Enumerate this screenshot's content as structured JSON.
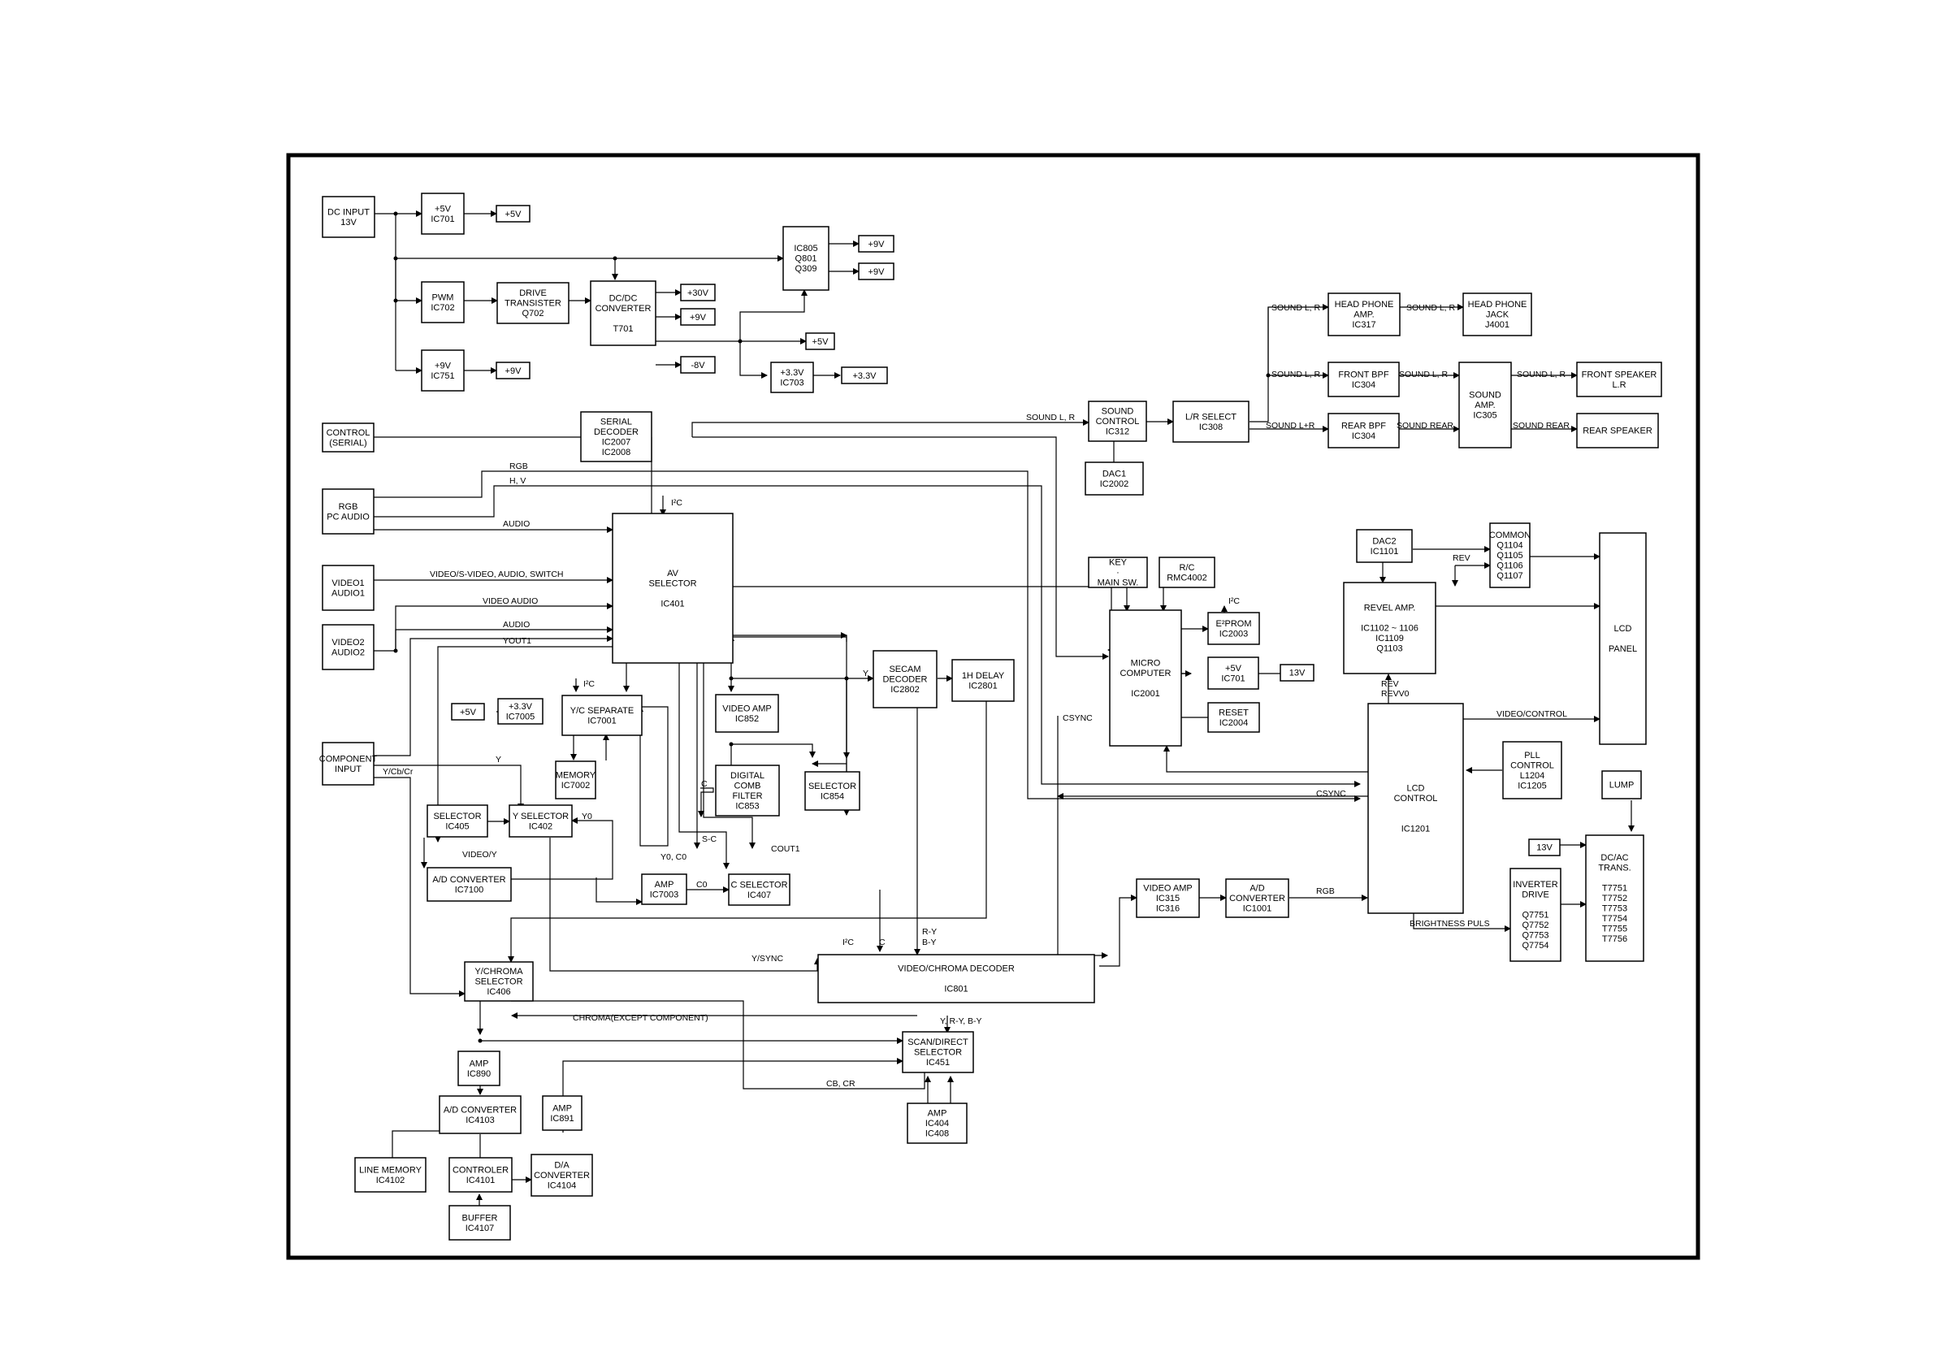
{
  "blocks": {
    "dc_input": [
      "DC INPUT",
      "13V"
    ],
    "reg_5v": [
      "+5V",
      "IC701"
    ],
    "pwm": [
      "PWM",
      "IC702"
    ],
    "drive_transistor": [
      "DRIVE",
      "TRANSISTER",
      "Q702"
    ],
    "dcdc_converter": [
      "DC/DC",
      "CONVERTER",
      "",
      "T701"
    ],
    "reg_9v": [
      "+9V",
      "IC751"
    ],
    "ic805": [
      "IC805",
      "Q801",
      "Q309"
    ],
    "reg_3v3": [
      "+3.3V",
      "IC703"
    ],
    "control_serial": [
      "CONTROL",
      "(SERIAL)"
    ],
    "serial_decoder": [
      "SERIAL",
      "DECODER",
      "IC2007",
      "IC2008"
    ],
    "rgb_pc_audio": [
      "RGB",
      "PC AUDIO"
    ],
    "video1_audio1": [
      "VIDEO1",
      "AUDIO1"
    ],
    "video2_audio2": [
      "VIDEO2",
      "AUDIO2"
    ],
    "component_input": [
      "COMPONENT",
      "INPUT"
    ],
    "av_selector": [
      "AV",
      "SELECTOR",
      "",
      "IC401"
    ],
    "yc_separate": [
      "Y/C SEPARATE",
      "IC7001"
    ],
    "reg_3v3_7005": [
      "+3.3V",
      "IC7005"
    ],
    "memory_7002": [
      "MEMORY",
      "IC7002"
    ],
    "video_amp_852": [
      "VIDEO AMP",
      "IC852"
    ],
    "digital_comb": [
      "DIGITAL",
      "COMB",
      "FILTER",
      "IC853"
    ],
    "selector_854": [
      "SELECTOR",
      "IC854"
    ],
    "secam_decoder": [
      "SECAM",
      "DECODER",
      "IC2802"
    ],
    "delay_1h": [
      "1H DELAY",
      "IC2801"
    ],
    "selector_405": [
      "SELECTOR",
      "IC405"
    ],
    "y_selector": [
      "Y SELECTOR",
      "IC402"
    ],
    "ad_7100": [
      "A/D CONVERTER",
      "IC7100"
    ],
    "amp_7003": [
      "AMP",
      "IC7003"
    ],
    "c_selector": [
      "C SELECTOR",
      "IC407"
    ],
    "ychroma_selector": [
      "Y/CHROMA",
      "SELECTOR",
      "IC406"
    ],
    "video_chroma_decoder": [
      "VIDEO/CHROMA DECODER",
      "",
      "IC801"
    ],
    "amp_890": [
      "AMP",
      "IC890"
    ],
    "ad_4103": [
      "A/D CONVERTER",
      "IC4103"
    ],
    "amp_891": [
      "AMP",
      "IC891"
    ],
    "scan_direct": [
      "SCAN/DIRECT",
      "SELECTOR",
      "IC451"
    ],
    "amp_404": [
      "AMP",
      "IC404",
      "IC408"
    ],
    "line_memory": [
      "LINE MEMORY",
      "IC4102"
    ],
    "controler": [
      "CONTROLER",
      "IC4101"
    ],
    "da_converter": [
      "D/A",
      "CONVERTER",
      "IC4104"
    ],
    "buffer": [
      "BUFFER",
      "IC4107"
    ],
    "sound_control": [
      "SOUND",
      "CONTROL",
      "IC312"
    ],
    "dac1": [
      "DAC1",
      "IC2002"
    ],
    "lr_select": [
      "L/R SELECT",
      "IC308"
    ],
    "head_phone_amp": [
      "HEAD PHONE",
      "AMP.",
      "IC317"
    ],
    "head_phone_jack": [
      "HEAD PHONE",
      "JACK",
      "J4001"
    ],
    "front_bpf": [
      "FRONT BPF",
      "IC304"
    ],
    "rear_bpf": [
      "REAR BPF",
      "IC304"
    ],
    "sound_amp": [
      "SOUND",
      "AMP.",
      "IC305"
    ],
    "front_speaker": [
      "FRONT SPEAKER",
      "L.R"
    ],
    "rear_speaker": [
      "REAR SPEAKER"
    ],
    "key_main": [
      "KEY",
      "·",
      "MAIN SW."
    ],
    "rc": [
      "R/C",
      "RMC4002"
    ],
    "eprom": [
      "E²PROM",
      "IC2003"
    ],
    "micro_computer": [
      "MICRO",
      "COMPUTER",
      "",
      "IC2001"
    ],
    "reg_5v_701b": [
      "+5V",
      "IC701"
    ],
    "v13_small": [
      "13V"
    ],
    "reset": [
      "RESET",
      "IC2004"
    ],
    "video_amp_315": [
      "VIDEO AMP",
      "IC315",
      "IC316"
    ],
    "ad_1001": [
      "A/D",
      "CONVERTER",
      "IC1001"
    ],
    "dac2": [
      "DAC2",
      "IC1101"
    ],
    "common": [
      "COMMON",
      "Q1104",
      "Q1105",
      "Q1106",
      "Q1107"
    ],
    "revel_amp": [
      "REVEL AMP.",
      "",
      "IC1102 ~ 1106",
      "IC1109",
      "Q1103"
    ],
    "lcd_panel": [
      "LCD",
      "",
      "PANEL"
    ],
    "lcd_control": [
      "LCD",
      "CONTROL",
      "",
      "",
      "IC1201"
    ],
    "pll_control": [
      "PLL",
      "CONTROL",
      "L1204",
      "IC1205"
    ],
    "lump": [
      "LUMP"
    ],
    "v13_inv": [
      "13V"
    ],
    "inverter_drive": [
      "INVERTER",
      "DRIVE",
      "",
      "Q7751",
      "Q7752",
      "Q7753",
      "Q7754"
    ],
    "dcac_trans": [
      "DC/AC",
      "TRANS.",
      "",
      "T7751",
      "T7752",
      "T7753",
      "T7754",
      "T7755",
      "T7756"
    ]
  },
  "outputs": {
    "out_5v": "+5V",
    "out_30v": "+30V",
    "out_9v_a": "+9V",
    "out_m8v": "-8V",
    "out_5v_b": "+5V",
    "out_9v_top": "+9V",
    "out_9v_top2": "+9V",
    "out_3v3": "+3.3V",
    "out_9v_751": "+9V",
    "in_5v_7005": "+5V"
  },
  "signals": {
    "rgb": "RGB",
    "hv": "H, V",
    "audio_pc": "AUDIO",
    "video_svideo": "VIDEO/S-VIDEO, AUDIO, SWITCH",
    "video_audio": "VIDEO AUDIO",
    "audio2": "AUDIO",
    "yout1": "YOUT1",
    "i2c_av": "I²C",
    "i2c_yc": "I²C",
    "i2c_dec": "I²C",
    "i2c_eprom": "I²C",
    "y_secam": "Y",
    "c_comb": "C",
    "y_comp": "Y",
    "ycbcr": "Y/Cb/Cr",
    "y0": "Y0",
    "video_y": "VIDEO/Y",
    "sc": "S-C",
    "cout1": "COUT1",
    "y0c0": "Y0, C0",
    "c0": "C0",
    "ysync": "Y/SYNC",
    "c_dec": "C",
    "ry": "R-Y",
    "by": "B-Y",
    "chroma_except": "CHROMA(EXCEPT COMPONENT)",
    "yryby": "Y, R-Y, B-Y",
    "cbcr": "CB, CR",
    "sound_lr_in": "SOUND L, R",
    "sound_lr_hp": "SOUND L, R",
    "sound_lr_jack": "SOUND L, R",
    "sound_lr_front": "SOUND L, R",
    "sound_lr_amp": "SOUND L, R",
    "sound_lr_spk": "SOUND L, R",
    "sound_lpr": "SOUND L+R",
    "sound_rear": "SOUND REAR",
    "sound_rear2": "SOUND REAR",
    "csync_mc": "CSYNC",
    "csync_lcd": "CSYNC",
    "rgb_lcd": "RGB",
    "rev": "REV",
    "rev_revv0": [
      "REV",
      "REVV0"
    ],
    "video_control": "VIDEO/CONTROL",
    "brightness": "BRIGHTNESS PULS"
  }
}
